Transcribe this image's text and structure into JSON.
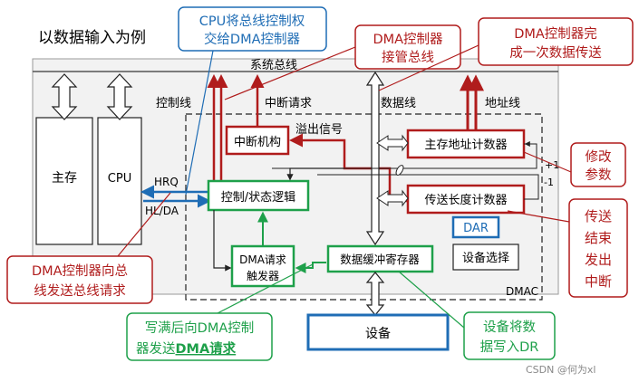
{
  "title": "以数据输入为例",
  "bus": {
    "system_bus": "系统总线",
    "control_line": "控制线",
    "interrupt_request": "中断请求",
    "data_line": "数据线",
    "address_line": "地址线",
    "overflow_signal": "溢出信号",
    "hrq": "HRQ",
    "hlda": "HL/DA",
    "plus_one": "+1",
    "minus_one": "-1"
  },
  "blocks": {
    "main_memory": "主存",
    "cpu": "CPU",
    "interrupt_mechanism": "中断机构",
    "control_logic": "控制/状态逻辑",
    "dma_trigger_line1": "DMA请求",
    "dma_trigger_line2": "触发器",
    "data_buffer": "数据缓冲寄存器",
    "mem_addr_counter": "主存地址计数器",
    "length_counter": "传送长度计数器",
    "dar": "DAR",
    "device_select": "设备选择",
    "dmac": "DMAC",
    "device": "设备"
  },
  "callouts": {
    "cpu_hand_over_line1": "CPU将总线控制权",
    "cpu_hand_over_line2": "交给DMA控制器",
    "dma_takes_bus_line1": "DMA控制器",
    "dma_takes_bus_line2": "接管总线",
    "dma_finish_line1": "DMA控制器完",
    "dma_finish_line2": "成一次数据传送",
    "modify_line1": "修改",
    "modify_line2": "参数",
    "end_interrupt": [
      "传送",
      "结束",
      "发出",
      "中断"
    ],
    "dma_bus_request_line1": "DMA控制器向总",
    "dma_bus_request_line2": "线发送总线请求",
    "buffer_full_line1": "写满后向DMA控制",
    "buffer_full_line2_plain": "器发送",
    "buffer_full_line2_bold": "DMA请求",
    "device_write_line1": "设备将数",
    "device_write_line2": "据写入DR"
  },
  "watermark": "CSDN @何为xl",
  "colors": {
    "dark_red": "#b01c1c",
    "blue": "#1f6db5",
    "green": "#1ea04a",
    "panel": "#9a9a9a"
  }
}
